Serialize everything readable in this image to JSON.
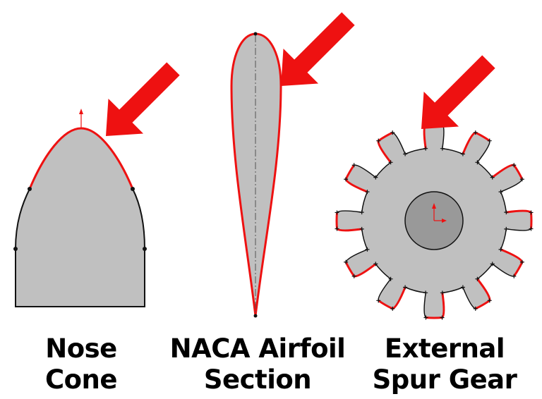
{
  "colors": {
    "fill": "#c0c0c0",
    "hub": "#999999",
    "outline": "#111111",
    "highlight": "#ee1111",
    "arrow": "#ee1111"
  },
  "icons": [
    "arrow-icon",
    "origin-axis-icon"
  ],
  "shapes": [
    {
      "name": "nose-cone",
      "label_lines": [
        "Nose",
        "Cone"
      ]
    },
    {
      "name": "naca-airfoil-section",
      "label_lines": [
        "NACA Airfoil",
        "Section"
      ]
    },
    {
      "name": "external-spur-gear",
      "label_lines": [
        "External",
        "Spur Gear"
      ],
      "teeth": 12
    }
  ]
}
